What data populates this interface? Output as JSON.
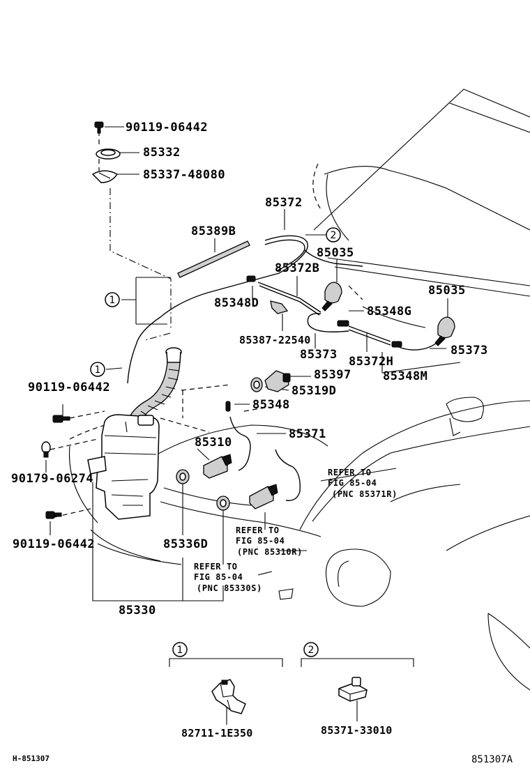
{
  "diagram": {
    "labels": {
      "p_90119_06442_top": "90119-06442",
      "p_85332": "85332",
      "p_85337_48080": "85337-48080",
      "p_85372": "85372",
      "p_85389b": "85389B",
      "p_85035_a": "85035",
      "p_85372b": "85372B",
      "p_85035_b": "85035",
      "p_85348d": "85348D",
      "p_85348g": "85348G",
      "p_85387_22540": "85387-22540",
      "p_85373_a": "85373",
      "p_85372h": "85372H",
      "p_85373_b": "85373",
      "p_85348m": "85348M",
      "p_85397": "85397",
      "p_90119_06442_mid": "90119-06442",
      "p_85319d": "85319D",
      "p_85348": "85348",
      "p_85371": "85371",
      "p_85310": "85310",
      "p_90179_06274": "90179-06274",
      "p_90119_06442_low": "90119-06442",
      "p_85336d": "85336D",
      "p_85330": "85330",
      "p_82711_1e350": "82711-1E350",
      "p_85371_33010": "85371-33010"
    },
    "callouts": {
      "c1_a": "1",
      "c1_b": "1",
      "c2_a": "2",
      "legend_1": "1",
      "legend_2": "2"
    },
    "notes": {
      "n1_l1": "REFER TO",
      "n1_l2": "FIG 85-04",
      "n1_l3": "(PNC 85371R)",
      "n2_l1": "REFER TO",
      "n2_l2": "FIG 85-04",
      "n2_l3": "(PNC 85310R)",
      "n3_l1": "REFER TO",
      "n3_l2": "FIG 85-04",
      "n3_l3": "(PNC 85330S)"
    },
    "footer": {
      "left_code": "H-851307",
      "right_code": "851307A"
    }
  }
}
